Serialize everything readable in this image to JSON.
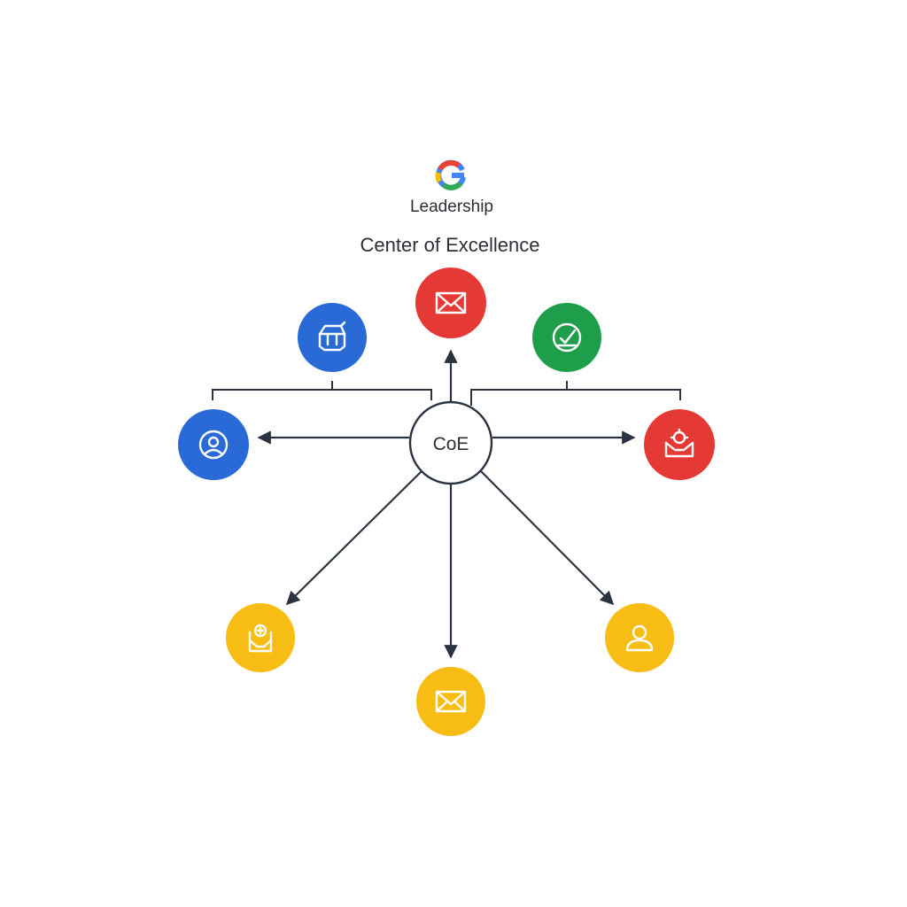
{
  "header": {
    "logo_letter": "G",
    "leadership_label": "Leadership",
    "title": "Center of Excellence"
  },
  "center": {
    "label": "CoE"
  },
  "colors": {
    "blue": "#2a6ad6",
    "red": "#e53935",
    "green": "#1e9e4a",
    "yellow": "#f7bd14",
    "line": "#2a3340",
    "logo_blue": "#4285f4",
    "logo_red": "#ea4335",
    "logo_yellow": "#fbbc05",
    "logo_green": "#34a853"
  },
  "nodes": [
    {
      "id": "top-red",
      "color": "red",
      "icon": "mail-icon"
    },
    {
      "id": "upper-left-blue",
      "color": "blue",
      "icon": "building-icon"
    },
    {
      "id": "upper-right-green",
      "color": "green",
      "icon": "check-badge-icon"
    },
    {
      "id": "left-blue",
      "color": "blue",
      "icon": "user-circle-icon"
    },
    {
      "id": "right-red",
      "color": "red",
      "icon": "tray-gear-icon"
    },
    {
      "id": "lower-left-yellow",
      "color": "yellow",
      "icon": "inbox-plus-icon"
    },
    {
      "id": "bottom-yellow",
      "color": "yellow",
      "icon": "mail-icon"
    },
    {
      "id": "lower-right-yellow",
      "color": "yellow",
      "icon": "user-icon"
    }
  ]
}
